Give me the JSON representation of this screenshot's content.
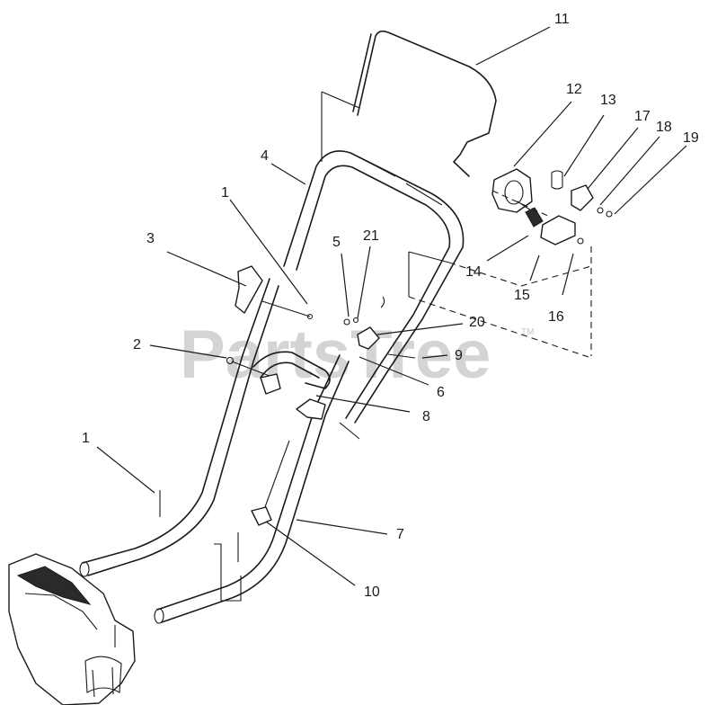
{
  "watermark": {
    "text": "PartsTree",
    "trademark": "TM"
  },
  "callouts": {
    "c1a": "1",
    "c1b": "1",
    "c2": "2",
    "c3": "3",
    "c4": "4",
    "c5": "5",
    "c6": "6",
    "c7": "7",
    "c8": "8",
    "c9": "9",
    "c10": "10",
    "c11": "11",
    "c12": "12",
    "c13": "13",
    "c14": "14",
    "c15": "15",
    "c16": "16",
    "c17": "17",
    "c18": "18",
    "c19": "19",
    "c20": "20",
    "c21": "21"
  }
}
